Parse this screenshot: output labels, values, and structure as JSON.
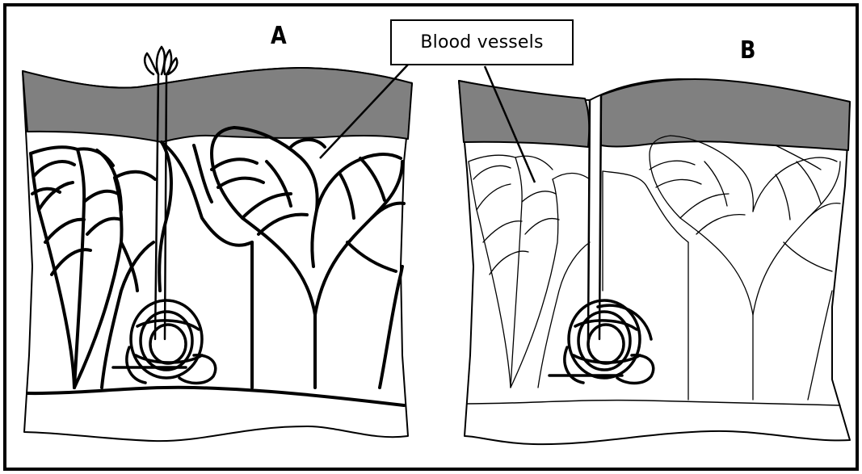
{
  "panels": [
    {
      "label": "A",
      "vessel_stroke": "thick"
    },
    {
      "label": "B",
      "vessel_stroke": "thin"
    }
  ],
  "callout": {
    "text": "Blood vessels"
  },
  "colors": {
    "epidermis": "#808080",
    "line": "#000000",
    "background": "#ffffff"
  }
}
